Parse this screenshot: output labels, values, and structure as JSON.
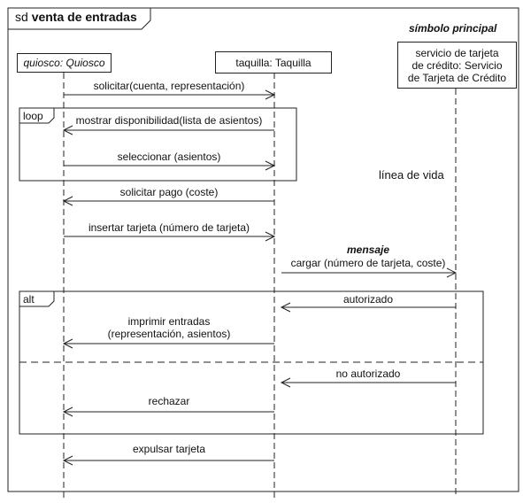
{
  "diagram": {
    "frame_keyword": "sd",
    "frame_name": "venta de entradas",
    "callouts": {
      "principal_symbol": "símbolo principal",
      "lifeline": "línea de vida",
      "message": "mensaje"
    },
    "participants": [
      {
        "id": "kiosk",
        "label": "quiosco: Quiosco",
        "italic": true
      },
      {
        "id": "ticket",
        "label": "taquilla: Taquilla",
        "italic": false
      },
      {
        "id": "card",
        "label_lines": [
          "servicio de tarjeta",
          "de crédito: Servicio",
          "de Tarjeta de Crédito"
        ],
        "italic": false
      }
    ],
    "fragments": {
      "loop": "loop",
      "alt": "alt"
    },
    "messages": [
      {
        "from": "kiosk",
        "to": "ticket",
        "text": "solicitar(cuenta, representación)"
      },
      {
        "from": "ticket",
        "to": "kiosk",
        "text": "mostrar disponibilidad(lista de asientos)"
      },
      {
        "from": "kiosk",
        "to": "ticket",
        "text": "seleccionar (asientos)"
      },
      {
        "from": "ticket",
        "to": "kiosk",
        "text": "solicitar pago (coste)"
      },
      {
        "from": "kiosk",
        "to": "ticket",
        "text": "insertar tarjeta (número de tarjeta)"
      },
      {
        "from": "ticket",
        "to": "card",
        "text": "cargar (número de tarjeta, coste)"
      },
      {
        "from": "card",
        "to": "ticket",
        "text": "autorizado"
      },
      {
        "from": "ticket",
        "to": "kiosk",
        "text_lines": [
          "imprimir entradas",
          "(representación, asientos)"
        ]
      },
      {
        "from": "card",
        "to": "ticket",
        "text": "no autorizado"
      },
      {
        "from": "ticket",
        "to": "kiosk",
        "text": "rechazar"
      },
      {
        "from": "ticket",
        "to": "kiosk",
        "text": "expulsar tarjeta"
      }
    ]
  }
}
